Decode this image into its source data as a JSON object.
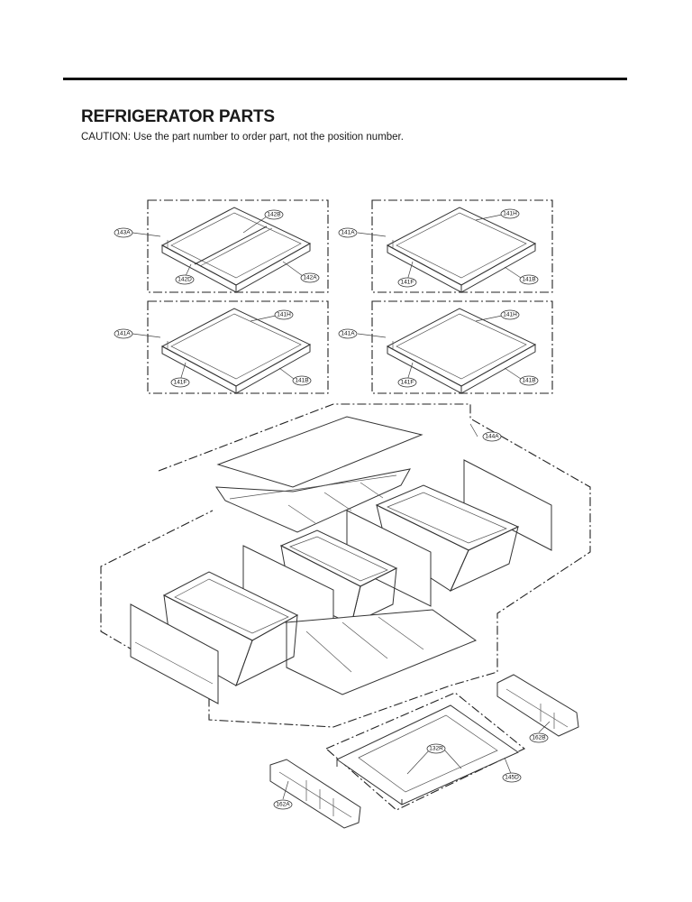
{
  "header": {
    "title": "REFRIGERATOR PARTS",
    "caution": "CAUTION: Use the part number to order part, not the position number."
  },
  "callouts": {
    "c142B": "142B",
    "c143A": "143A",
    "c142D": "142D",
    "c142A": "142A",
    "c141H_1": "141H",
    "c141A_1": "141A",
    "c141F_1": "141F",
    "c141B_1": "141B",
    "c141H_2": "141H",
    "c141A_2": "141A",
    "c141F_2": "141F",
    "c141B_2": "141B",
    "c141H_3": "141H",
    "c141A_3": "141A",
    "c141F_3": "141F",
    "c141B_3": "141B",
    "c144A": "144A",
    "c162B": "162B",
    "c132R": "132R",
    "c145D": "145D",
    "c162A": "162A"
  }
}
